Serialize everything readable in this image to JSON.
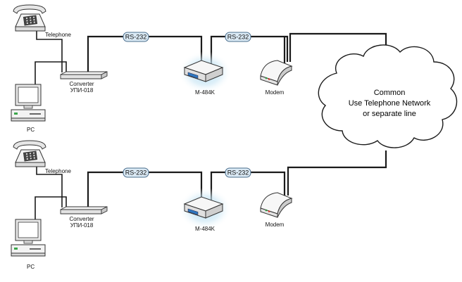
{
  "links": {
    "rs232_label": "RS-232"
  },
  "devices": {
    "telephone_label": "Telephone",
    "converter_label_line1": "Converter",
    "converter_label_line2": "УПИ-018",
    "pc_label": "PC",
    "m484k_label": "M-484K",
    "modem_label": "Modem"
  },
  "network": {
    "line1": "Common",
    "line2": "Use Telephone Network",
    "line3": "or separate line"
  },
  "colors": {
    "pill_fill": "#dbeaf5",
    "pill_stroke": "#4a6d8c",
    "glow": "#9fcfe8",
    "device_fill": "#f4f4f4"
  }
}
